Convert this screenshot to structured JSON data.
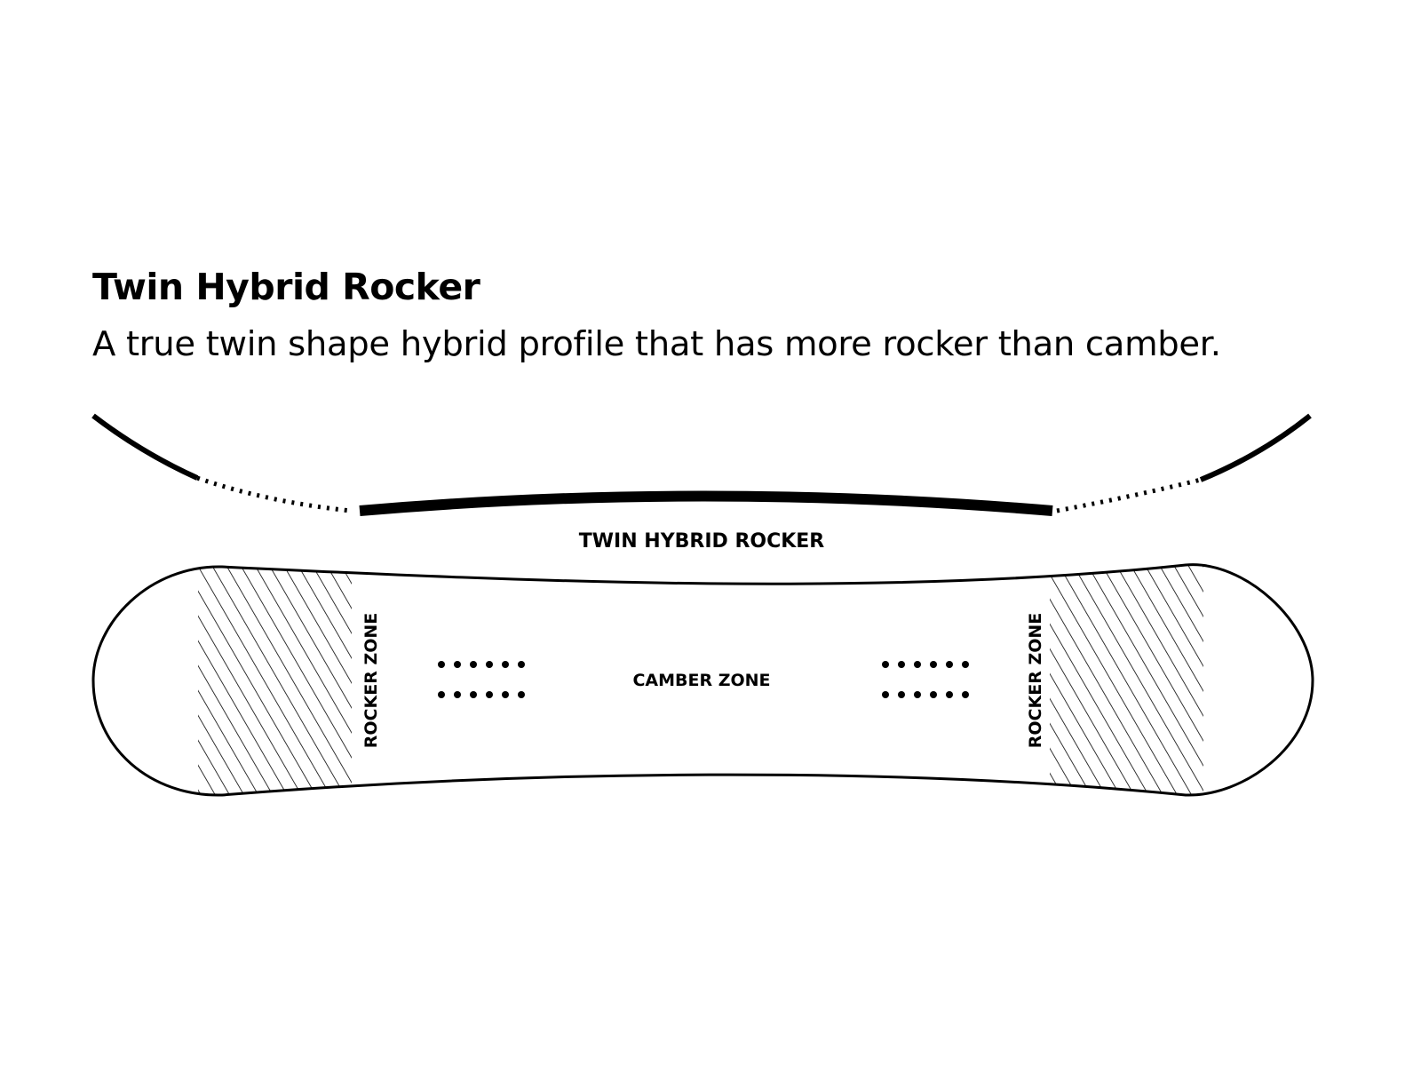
{
  "title": "Twin Hybrid Rocker",
  "description": "A true twin shape hybrid profile that has more rocker than camber.",
  "diagram": {
    "profile_label": "TWIN HYBRID ROCKER",
    "left_zone_label": "ROCKER ZONE",
    "center_zone_label": "CAMBER ZONE",
    "right_zone_label": "ROCKER ZONE",
    "colors": {
      "line": "#000000",
      "background": "#ffffff"
    }
  }
}
